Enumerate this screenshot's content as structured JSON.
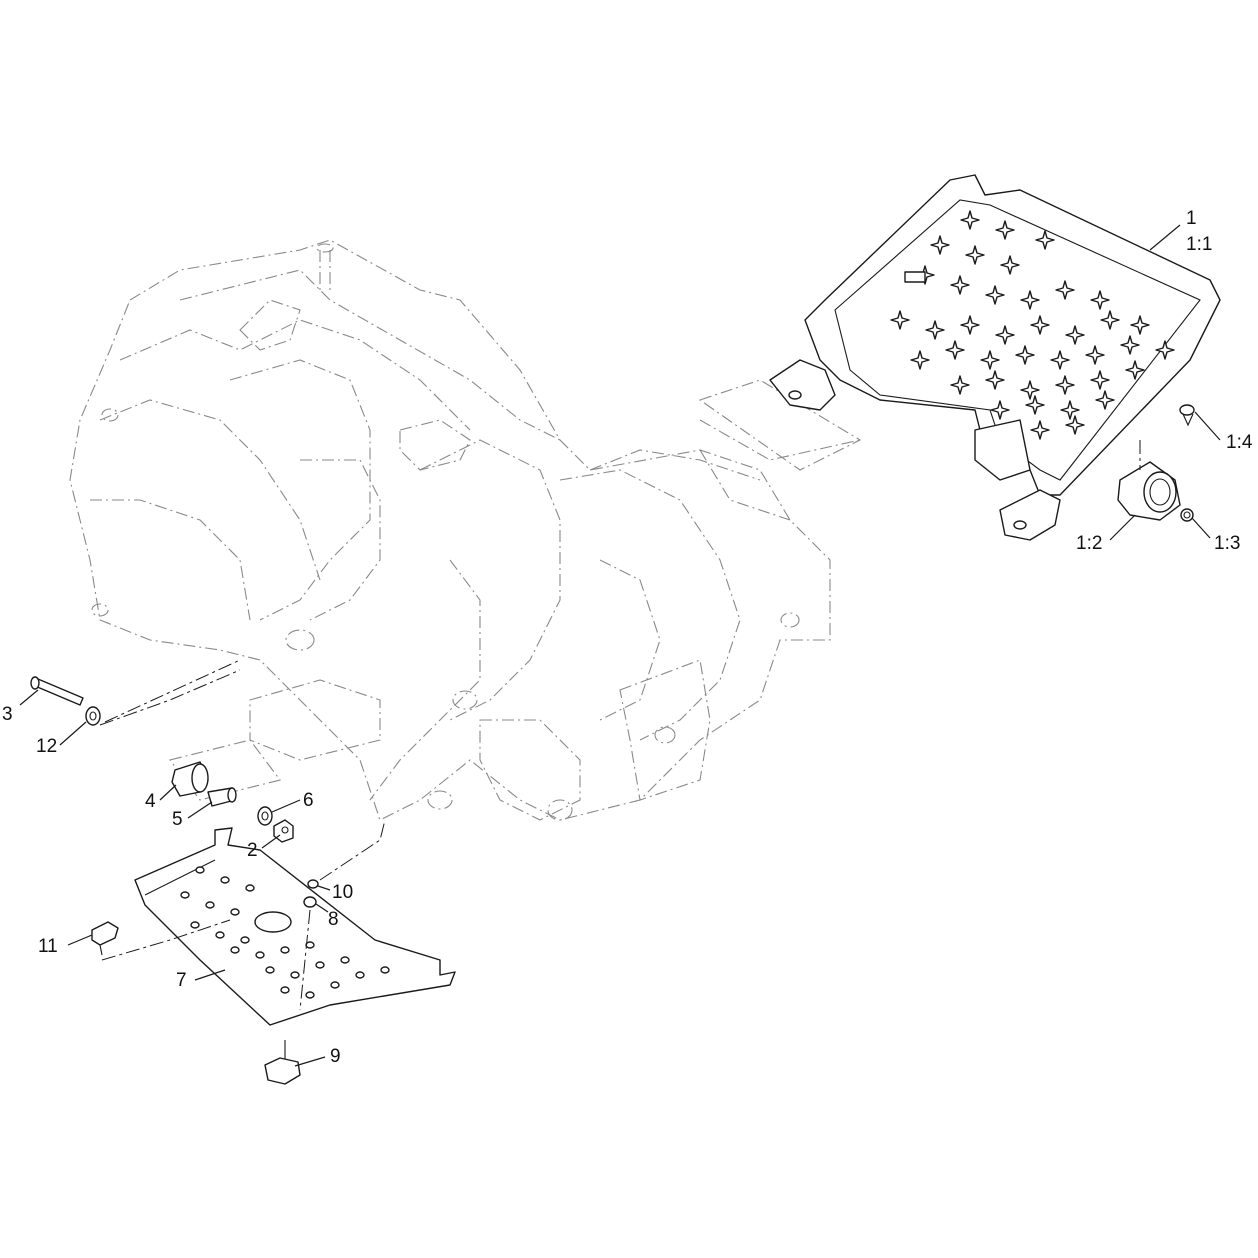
{
  "callouts": {
    "c1": "1",
    "c1_1": "1:1",
    "c1_2": "1:2",
    "c1_3": "1:3",
    "c1_4": "1:4",
    "c2": "2",
    "c3": "3",
    "c4": "4",
    "c5": "5",
    "c6": "6",
    "c7": "7",
    "c8": "8",
    "c9": "9",
    "c10": "10",
    "c11": "11",
    "c12": "12"
  }
}
